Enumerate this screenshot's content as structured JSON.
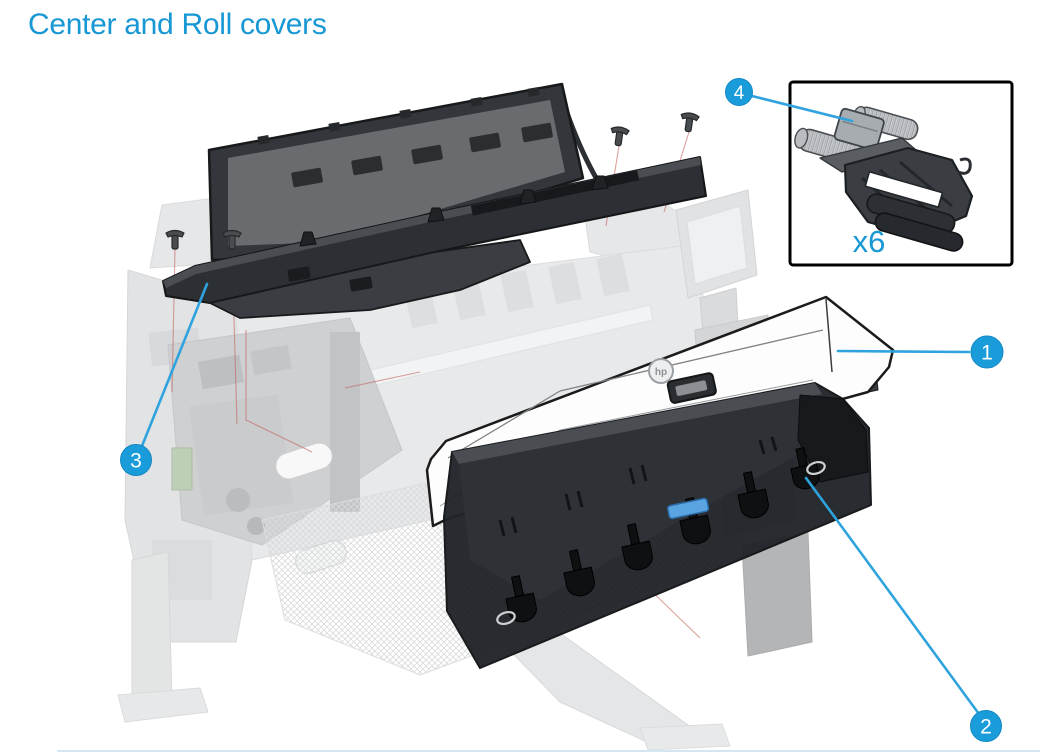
{
  "title": "Center and Roll covers",
  "callouts": [
    {
      "label": "1"
    },
    {
      "label": "2"
    },
    {
      "label": "3"
    },
    {
      "label": "4"
    }
  ],
  "inset": {
    "quantity_label": "x6"
  },
  "white_cover": {
    "logo_text": "hp"
  },
  "colors": {
    "accent_blue": "#1797d4",
    "callout_fill": "#199cd9",
    "leader_line": "#2fa3de",
    "diagram_dark": "#2c2f33",
    "diagram_faded": "#c7c9cb",
    "white_cover": "#ffffff",
    "latch_blue": "#5aa4e2",
    "red_guide": "#c4635e",
    "pcb_green": "#7fa071",
    "inset_border": "#000000",
    "footer_rule": "#d2e6f4"
  }
}
